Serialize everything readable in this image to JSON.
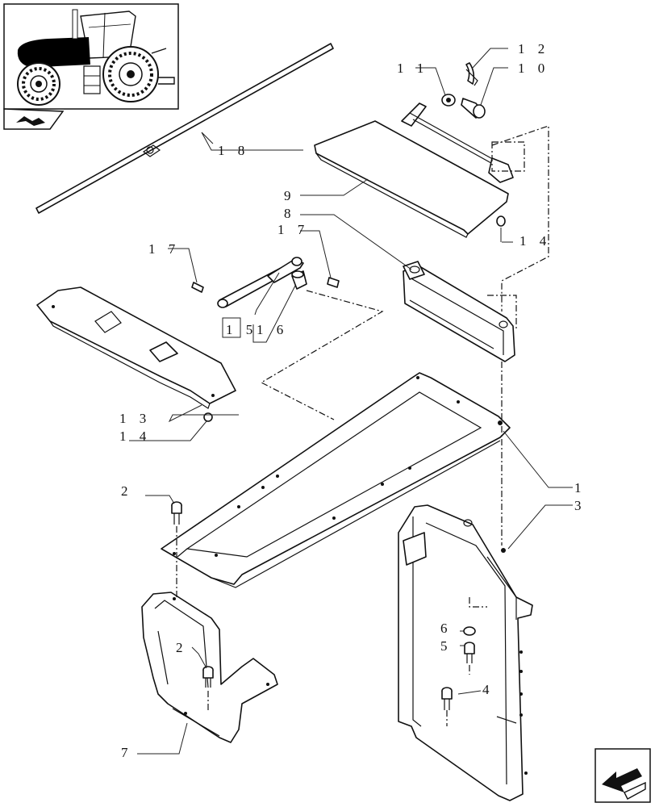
{
  "callouts": {
    "c1": "1",
    "c2a": "2",
    "c2b": "2",
    "c3": "3",
    "c4": "4",
    "c5": "5",
    "c6": "6",
    "c7": "7",
    "c8": "8",
    "c9": "9",
    "c10": "1 0",
    "c11": "1 1",
    "c12": "1 2",
    "c13": "1 3",
    "c14a": "1 4",
    "c14b": "1 4",
    "c15": "1 5",
    "c16": "1 6",
    "c17a": "1 7",
    "c17b": "1 7",
    "c18": "1 8"
  },
  "icons": {
    "thumbnail": "tractor-thumbnail",
    "corner_left": "book-page-icon",
    "corner_right": "next-page-arrow-icon"
  }
}
